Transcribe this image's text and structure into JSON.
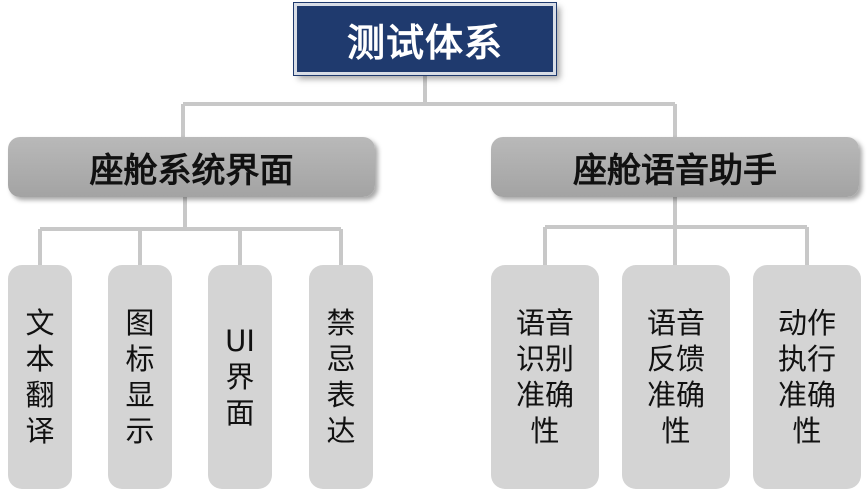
{
  "root": {
    "label": "测试体系"
  },
  "branches": [
    {
      "label": "座舱系统界面",
      "leaves": [
        "文本翻译",
        "图标显示",
        "UI界面",
        "禁忌表达"
      ]
    },
    {
      "label": "座舱语音助手",
      "leaves": [
        "语音识别准确性",
        "语音反馈准确性",
        "动作执行准确性"
      ]
    }
  ],
  "colors": {
    "root_fill": "#1f3a6e",
    "branch_fill": "#aaaaaa",
    "leaf_fill": "#d4d4d4",
    "connector": "#c8c8c8"
  }
}
